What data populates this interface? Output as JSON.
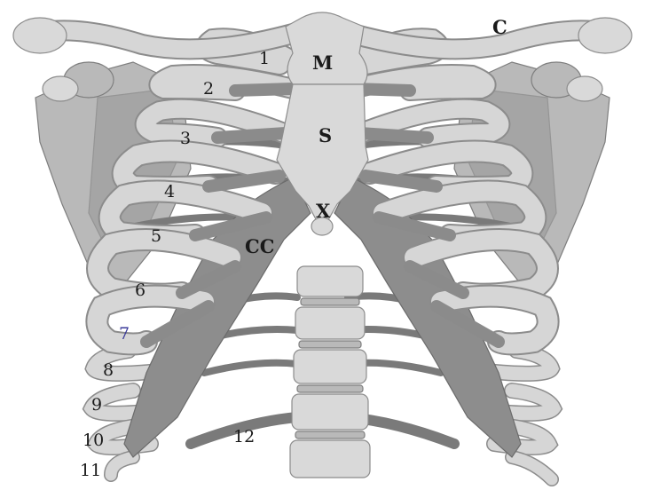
{
  "labels": {
    "rib_1": "1",
    "rib_2": "2",
    "rib_3": "3",
    "rib_4": "4",
    "rib_5": "5",
    "rib_6": "6",
    "rib_7": "7",
    "rib_8": "8",
    "rib_9": "9",
    "rib_10": "10",
    "rib_11": "11",
    "rib_12": "12",
    "manubrium": "M",
    "sternum": "S",
    "xiphoid": "X",
    "costal_cartilage": "CC",
    "clavicle": "C"
  },
  "colors": {
    "bone_light": "#d9d9d9",
    "bone_mid": "#b9b9b9",
    "cartilage": "#8d8d8d",
    "outline": "#8c8c8c",
    "label_text": "#1a1a1a",
    "rib_7_label": "#3a3a9a"
  }
}
